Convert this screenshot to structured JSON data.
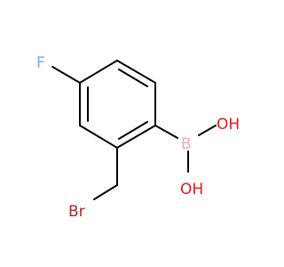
{
  "molecule": {
    "atoms": [
      {
        "id": "F",
        "symbol": "F",
        "color": "#7aa9e6"
      },
      {
        "id": "B",
        "symbol": "B",
        "color": "#f2a9a9"
      },
      {
        "id": "OH_top",
        "symbol": "OH",
        "color": "#e8161b"
      },
      {
        "id": "OH_bottom",
        "symbol": "OH",
        "color": "#e8161b"
      },
      {
        "id": "Br",
        "symbol": "Br",
        "color": "#a52a2a"
      }
    ],
    "bond_color": "#000000"
  }
}
